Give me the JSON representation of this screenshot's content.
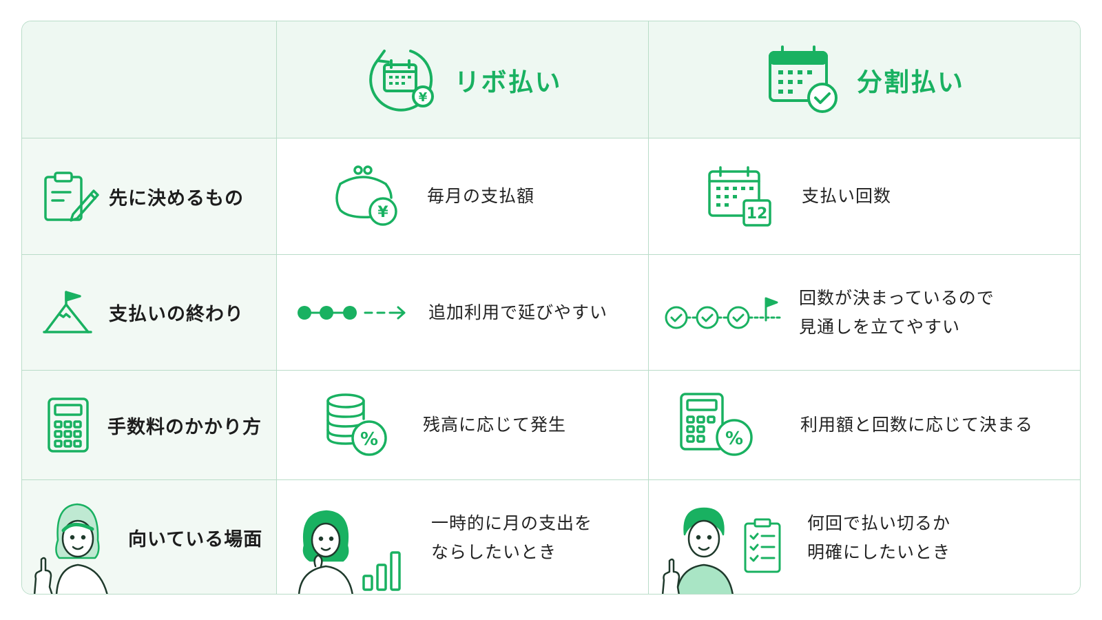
{
  "header": {
    "left_empty": "",
    "revo_title": "リボ払い",
    "installment_title": "分割払い"
  },
  "rows": [
    {
      "label": "先に決めるもの",
      "revo": "毎月の支払額",
      "installment": "支払い回数"
    },
    {
      "label": "支払いの終わり",
      "revo": "追加利用で延びやすい",
      "installment_line1": "回数が決まっているので",
      "installment_line2": "見通しを立てやすい"
    },
    {
      "label": "手数料のかかり方",
      "revo": "残高に応じて発生",
      "installment": "利用額と回数に応じて決まる"
    },
    {
      "label": "向いている場面",
      "revo_line1": "一時的に月の支出を",
      "revo_line2": "ならしたいとき",
      "installment_line1": "何回で払い切るか",
      "installment_line2": "明確にしたいとき"
    }
  ],
  "icons": {
    "yen_symbol": "¥",
    "calendar_number": "12",
    "percent_symbol": "%"
  },
  "colors": {
    "accent": "#19b161",
    "border": "#b9dcc8",
    "header_bg": "#eef8f2",
    "label_bg": "#f2f9f4"
  }
}
